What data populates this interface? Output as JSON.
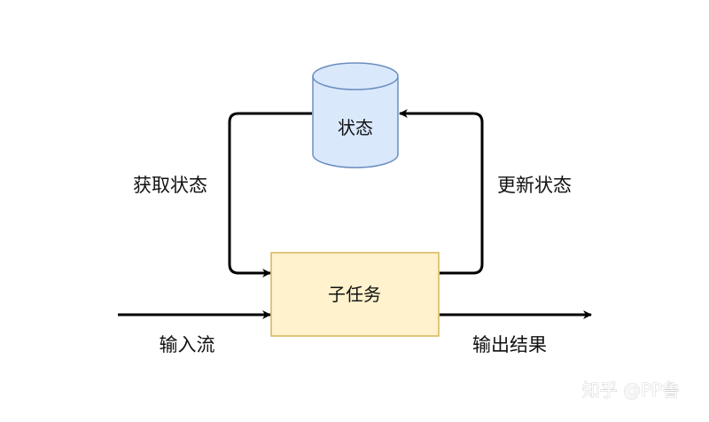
{
  "nodes": {
    "state_store": {
      "label": "状态",
      "fill": "#dae8fc",
      "stroke": "#6c8ebf"
    },
    "subtask": {
      "label": "子任务",
      "fill": "#fff2cc",
      "stroke": "#d6b656"
    }
  },
  "edges": {
    "get_state": {
      "label": "获取状态"
    },
    "update_state": {
      "label": "更新状态"
    },
    "input_stream": {
      "label": "输入流"
    },
    "output_result": {
      "label": "输出结果"
    }
  },
  "watermark": {
    "text": "知乎 @PP鲁"
  },
  "colors": {
    "line": "#000000"
  }
}
